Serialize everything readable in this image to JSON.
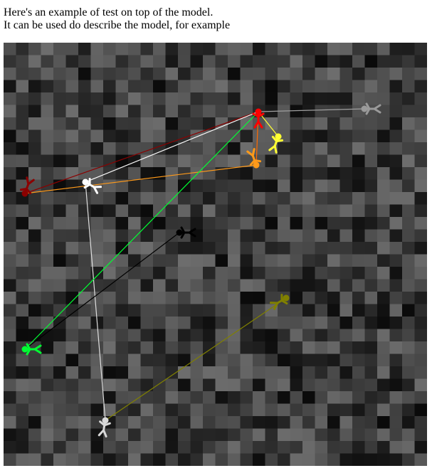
{
  "caption": {
    "line1": "Here's an example of test on top of the model.",
    "line2": "It can be used do describe the model, for example"
  },
  "scene": {
    "background_shade_min": "#000000",
    "background_shade_max": "#6e6e6e",
    "figures": [
      {
        "id": "red",
        "color": "#ff0000",
        "icon": "person-icon"
      },
      {
        "id": "gray",
        "color": "#9a9a9a",
        "icon": "person-icon"
      },
      {
        "id": "yellow",
        "color": "#ffff33",
        "icon": "person-icon"
      },
      {
        "id": "orange",
        "color": "#ff9a1a",
        "icon": "person-icon"
      },
      {
        "id": "darkred",
        "color": "#8b0000",
        "icon": "person-icon"
      },
      {
        "id": "white",
        "color": "#ffffff",
        "icon": "person-icon"
      },
      {
        "id": "black",
        "color": "#000000",
        "icon": "person-icon"
      },
      {
        "id": "olive",
        "color": "#808000",
        "icon": "person-icon"
      },
      {
        "id": "green",
        "color": "#00ff33",
        "icon": "person-icon"
      },
      {
        "id": "lightgray",
        "color": "#d9d9d9",
        "icon": "person-icon"
      }
    ],
    "links": [
      {
        "from": "gray",
        "to": "red",
        "color": "#a0a0a0"
      },
      {
        "from": "yellow",
        "to": "red",
        "color": "#ffff33"
      },
      {
        "from": "orange",
        "to": "red",
        "color": "#ff6a00"
      },
      {
        "from": "darkred",
        "to": "red",
        "color": "#8b0000"
      },
      {
        "from": "white",
        "to": "red",
        "color": "#ffffff"
      },
      {
        "from": "darkred",
        "to": "orange",
        "color": "#ff9a1a"
      },
      {
        "from": "white",
        "to": "lightgray",
        "color": "#e0e0e0"
      },
      {
        "from": "green",
        "to": "red",
        "color": "#00ff33"
      },
      {
        "from": "green",
        "to": "black",
        "color": "#000000"
      },
      {
        "from": "lightgray",
        "to": "olive",
        "color": "#808000"
      }
    ]
  }
}
